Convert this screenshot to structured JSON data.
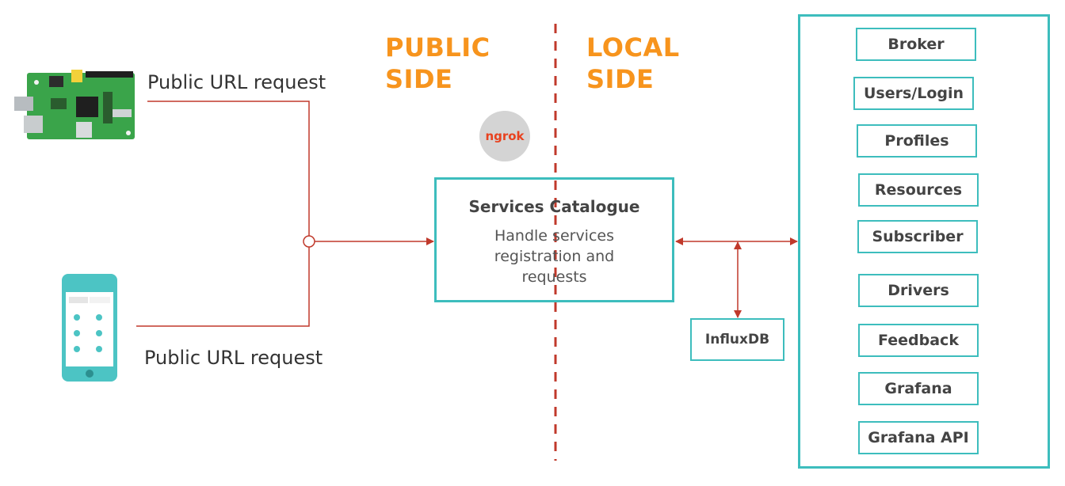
{
  "sides": {
    "public": [
      "PUBLIC",
      "SIDE"
    ],
    "local": [
      "LOCAL",
      "SIDE"
    ]
  },
  "devices": {
    "raspberry_request": "Public URL request",
    "phone_request": "Public URL request"
  },
  "ngrok": "ngrok",
  "catalogue": {
    "title": "Services Catalogue",
    "description": "Handle services registration and requests"
  },
  "influxdb": "InfluxDB",
  "services": [
    "Broker",
    "Users/Login",
    "Profiles",
    "Resources",
    "Subscriber",
    "Drivers",
    "Feedback",
    "Grafana",
    "Grafana API"
  ],
  "colors": {
    "accent": "#3dbdbd",
    "orange": "#f7941d",
    "line": "#c0392b"
  }
}
